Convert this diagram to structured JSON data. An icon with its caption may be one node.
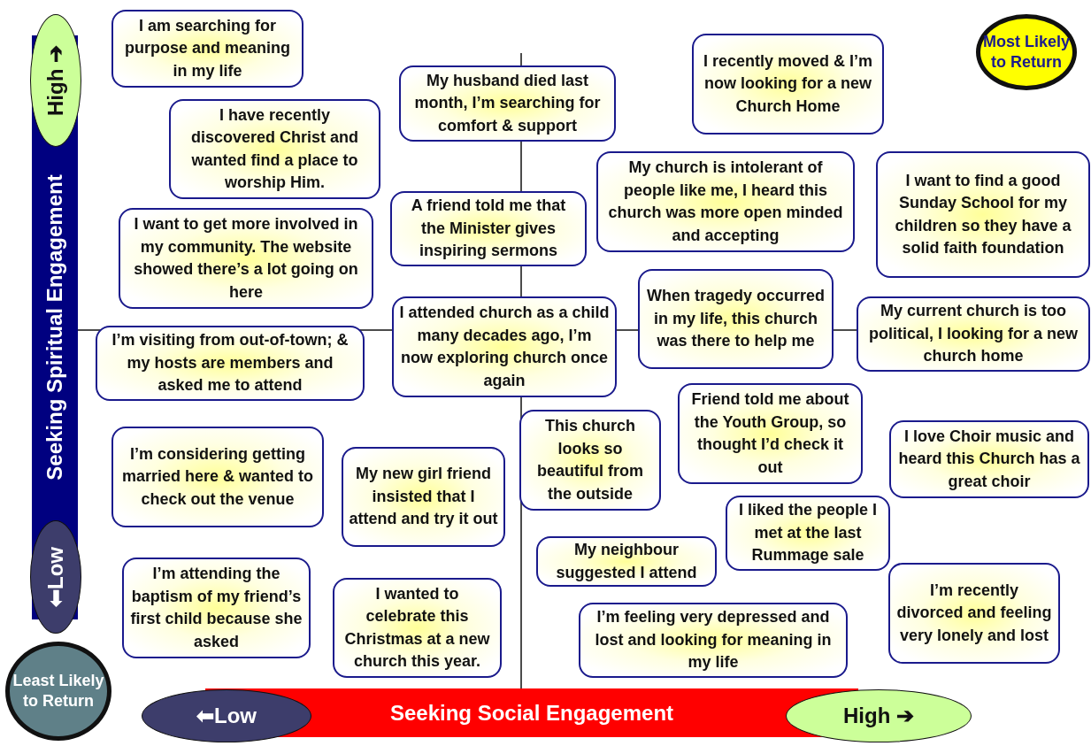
{
  "diagram": {
    "nodes": [
      {
        "text": [
          "I am searching for purpose and meaning in my life"
        ]
      },
      {
        "text": [
          "I have recently discovered Christ and wanted find a place to worship Him."
        ]
      },
      {
        "text": [
          "I want to get more involved in my community. The website showed there’s a lot going on here"
        ]
      },
      {
        "text": [
          "I’m visiting from out-of-town; & my hosts are members and asked me to attend"
        ]
      },
      {
        "text": [
          "I’m considering getting married here & wanted to check out the venue"
        ]
      },
      {
        "text": [
          "I’m attending the baptism of my friend’s first child because she asked"
        ]
      },
      {
        "text": [
          "My husband died last month, I’m searching for comfort & support"
        ]
      },
      {
        "text": [
          "A friend told me that the Minister gives inspiring sermons"
        ]
      },
      {
        "text": [
          "I attended church as a child many decades ago, I’m now exploring church once again"
        ]
      },
      {
        "text": [
          "My new girl friend insisted that I attend and try it out"
        ]
      },
      {
        "text": [
          "I wanted to celebrate this Christmas at a new church this year."
        ]
      },
      {
        "text": [
          "I recently moved & I’m now looking for a new Church Home"
        ]
      },
      {
        "text": [
          "My church is intolerant of people like me, I heard this church was more open minded and accepting"
        ]
      },
      {
        "text": [
          "When tragedy occurred in my life, this church was there to help me"
        ]
      },
      {
        "text": [
          "I want to find a good Sunday School for my children so they have a solid faith foundation"
        ]
      },
      {
        "text": [
          "My current church is too political, I looking for a new church home"
        ]
      },
      {
        "text": [
          "This church looks so beautiful from the outside"
        ]
      },
      {
        "text": [
          "Friend told me about the Youth Group, so thought I’d check it out"
        ]
      },
      {
        "text": [
          "I love Choir music and heard this Church has a great choir"
        ]
      },
      {
        "text": [
          "I liked the people I met at the last Rummage sale"
        ]
      },
      {
        "text": [
          "My neighbour suggested I attend"
        ]
      },
      {
        "text": [
          "I’m feeling very depressed and lost and looking for meaning in my life"
        ]
      },
      {
        "text": [
          "I’m recently divorced and feeling very lonely and lost"
        ]
      },
      {
        "text": [
          "Most Likely to Return"
        ]
      },
      {
        "text": [
          "Least Likely to Return"
        ]
      },
      {
        "text": [
          "Seeking Spiritual Engagement"
        ]
      },
      {
        "text": [
          "High ➔"
        ]
      },
      {
        "text": [
          "⬅Low"
        ]
      },
      {
        "text": [
          "Seeking Social Engagement"
        ]
      },
      {
        "text": [
          "⬅Low"
        ]
      },
      {
        "text": [
          "High ➔"
        ]
      }
    ],
    "edges": []
  }
}
